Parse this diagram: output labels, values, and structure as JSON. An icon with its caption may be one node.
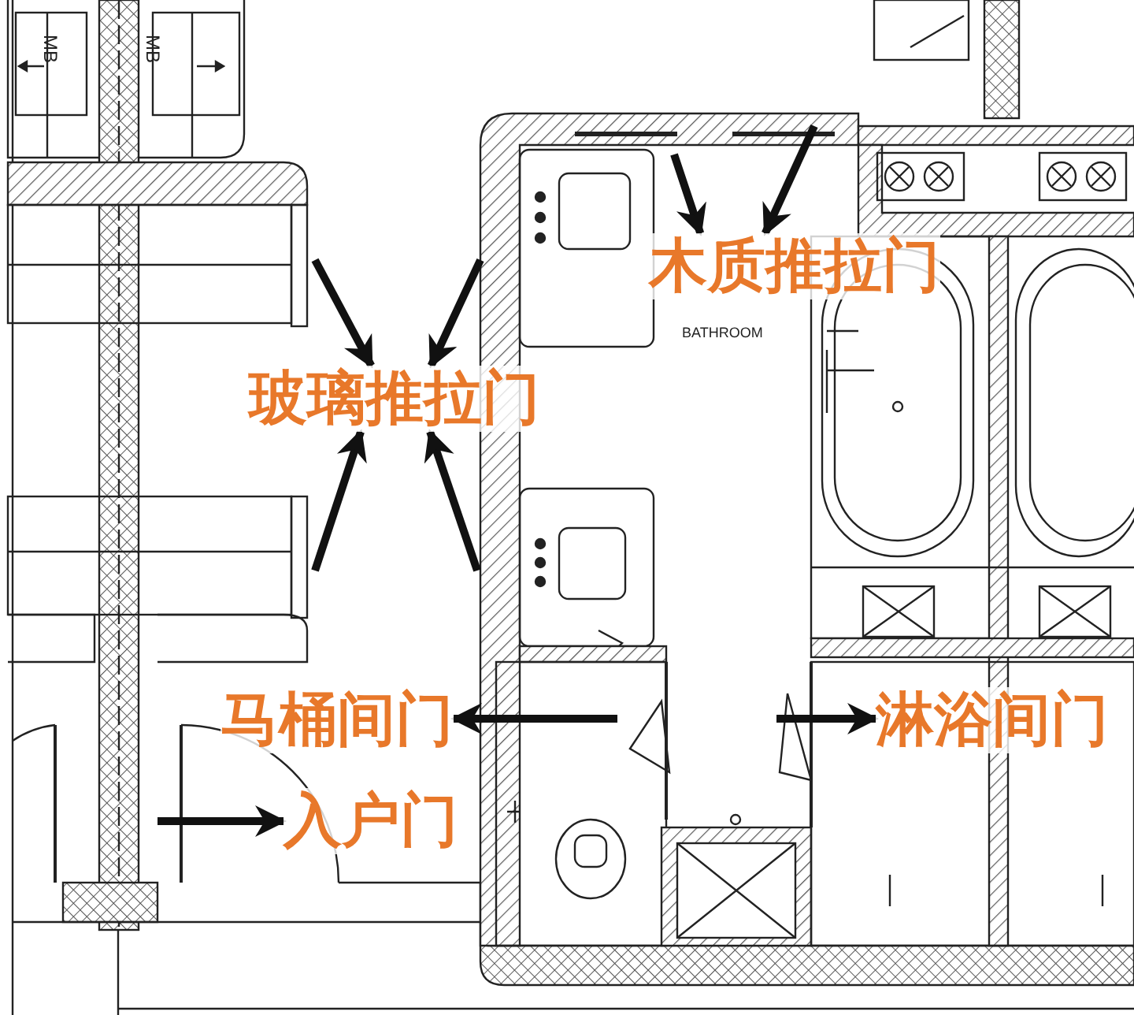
{
  "diagram": {
    "nodes": [
      {
        "text": [
          "玻璃推拉门"
        ]
      },
      {
        "text": [
          "木质推拉门"
        ]
      },
      {
        "text": [
          "马桶间门"
        ]
      },
      {
        "text": [
          "淋浴间门"
        ]
      },
      {
        "text": [
          "入户门"
        ]
      }
    ],
    "edges": [
      {
        "from": null,
        "to": 0,
        "arrow": "to"
      },
      {
        "from": null,
        "to": 0,
        "arrow": "to"
      },
      {
        "from": null,
        "to": 0,
        "arrow": "to"
      },
      {
        "from": null,
        "to": 0,
        "arrow": "to"
      },
      {
        "from": null,
        "to": 1,
        "arrow": "to"
      },
      {
        "from": null,
        "to": 1,
        "arrow": "to"
      },
      {
        "from": null,
        "to": 2,
        "arrow": "to"
      },
      {
        "from": null,
        "to": 3,
        "arrow": "to"
      },
      {
        "from": null,
        "to": 4,
        "arrow": "to"
      }
    ],
    "labels": [
      "MB",
      "MB",
      "BATHROOM"
    ]
  }
}
